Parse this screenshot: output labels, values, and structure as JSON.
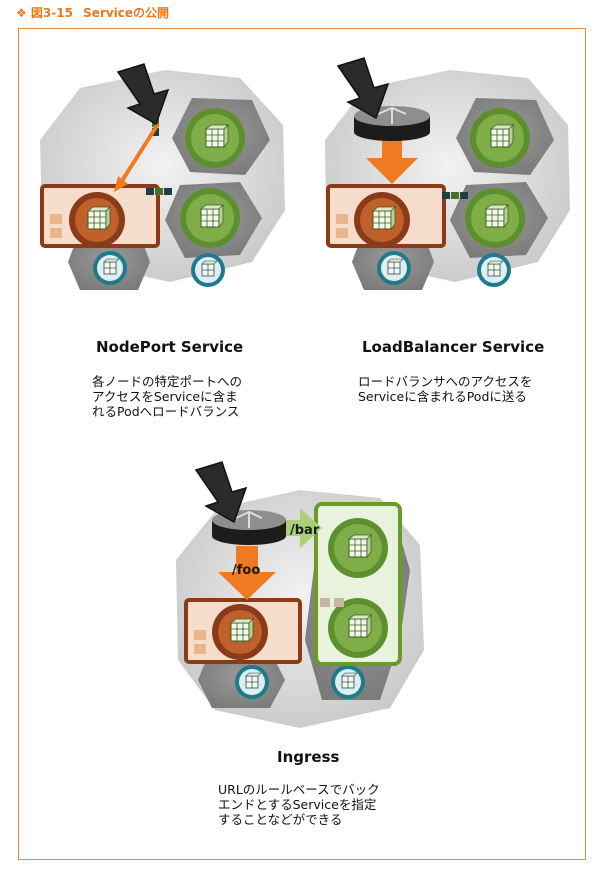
{
  "figure": {
    "number": "❖ 図3-15",
    "title": "Serviceの公開"
  },
  "panels": {
    "nodeport": {
      "name": "NodePort Service",
      "description": "各ノードの特定ポートへの\nアクセスをServiceに含ま\nれるPodへロードバランス"
    },
    "loadbalancer": {
      "name": "LoadBalancer Service",
      "description": "ロードバランサへのアクセスを\nServiceに含まれるPodに送る"
    },
    "ingress": {
      "name": "Ingress",
      "description": "URLのルールベースでバック\nエンドとするServiceを指定\nすることなどができる",
      "path_foo": "/foo",
      "path_bar": "/bar"
    }
  },
  "colors": {
    "accent": "#e8791e",
    "service_box_border": "#8a3b1a",
    "service_box_fill": "#f6dccb",
    "ingress_box_border": "#6a9a2a",
    "pod_green": "#5e8f2f",
    "pod_teal": "#1f7a8c",
    "cluster_gray": "#d4d4d4",
    "arrow_orange": "#ee7a22"
  }
}
